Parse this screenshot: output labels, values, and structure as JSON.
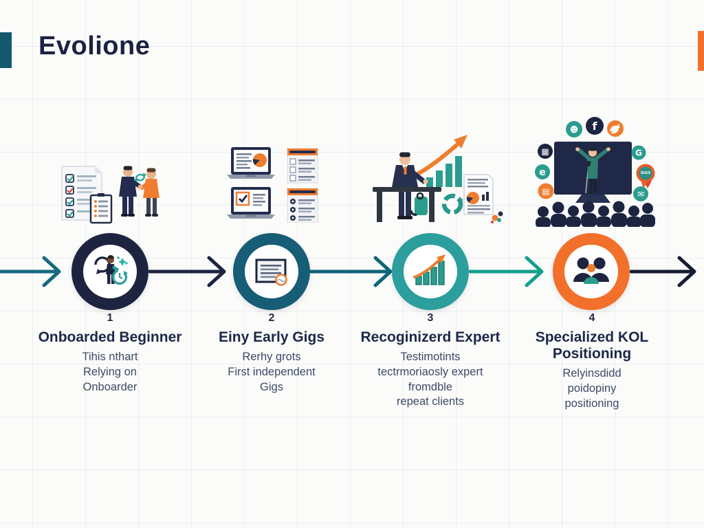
{
  "header": {
    "title": "Evolione"
  },
  "accents": {
    "left_bar_color": "#14586e",
    "right_bar_color": "#f3702a"
  },
  "background": {
    "color": "#fbfbfa",
    "grid_line_color": "#c6cdd4"
  },
  "timeline": {
    "arrows": [
      {
        "name": "arrow-start",
        "color": "#16697f"
      },
      {
        "name": "arrow-1-to-2",
        "color": "#1d2440"
      },
      {
        "name": "arrow-2-to-3",
        "color": "#0f6478"
      },
      {
        "name": "arrow-3-to-4",
        "color": "#14a08c"
      },
      {
        "name": "arrow-end",
        "color": "#161d30"
      }
    ],
    "stages": [
      {
        "number": "1",
        "title": "Onboarded Beginner",
        "ring_color": "#1d2440",
        "icon": "person-onboarding-sync-icon",
        "description_lines": [
          "Tihis nthart",
          "Relying on",
          "Onboarder"
        ]
      },
      {
        "number": "2",
        "title": "Einy Early Gigs",
        "ring_color": "#175d76",
        "icon": "certificate-seal-icon",
        "description_lines": [
          "Rerhy grots",
          "First independent",
          "Gigs"
        ]
      },
      {
        "number": "3",
        "title": "Recoginizerd Expert",
        "ring_color": "#2b9e9d",
        "icon": "growth-chart-icon",
        "description_lines": [
          "Testimotints",
          "tectrmoriaosly expert",
          "fromdble",
          "repeat clients"
        ]
      },
      {
        "number": "4",
        "title": "Specialized KOL Positioning",
        "ring_color": "#f3702a",
        "icon": "team-group-icon",
        "description_lines": [
          "Relyinsdidd",
          "poidopiny",
          "positioning"
        ]
      }
    ]
  },
  "illustrations": {
    "stage1": {
      "icons": [
        "checklist-document-icon",
        "clipboard-icon",
        "handshake-people-icon",
        "sync-arrows-icon"
      ]
    },
    "stage2": {
      "icons": [
        "laptop-pie-report-icon",
        "laptop-checkmark-icon",
        "task-list-card-icon",
        "task-list-card-icon"
      ]
    },
    "stage3": {
      "icons": [
        "businessman-desk-icon",
        "rising-bars-arrow-icon",
        "circular-arrow-icon",
        "report-document-icon",
        "bucket-icon"
      ]
    },
    "stage4": {
      "icons": [
        "presentation-screen-icon",
        "speaker-icon",
        "audience-crowd-icon"
      ],
      "badge_label": "SIGS",
      "social_icons": [
        {
          "name": "community-icon",
          "glyph": "☻",
          "bg": "#2a9d8f"
        },
        {
          "name": "facebook-icon",
          "glyph": "f",
          "bg": "#1d2440"
        },
        {
          "name": "twitter-bird-icon",
          "glyph": "",
          "bg": "#ef7d2f"
        },
        {
          "name": "photo-grid-icon",
          "glyph": "▦",
          "bg": "#1d2440"
        },
        {
          "name": "e-icon",
          "glyph": "e",
          "bg": "#2a9d8f"
        },
        {
          "name": "folder-icon",
          "glyph": "▤",
          "bg": "#ef7d2f"
        },
        {
          "name": "g-icon",
          "glyph": "G",
          "bg": "#2a9d8f"
        },
        {
          "name": "mail-icon",
          "glyph": "✉",
          "bg": "#2a9d8f"
        }
      ]
    }
  }
}
